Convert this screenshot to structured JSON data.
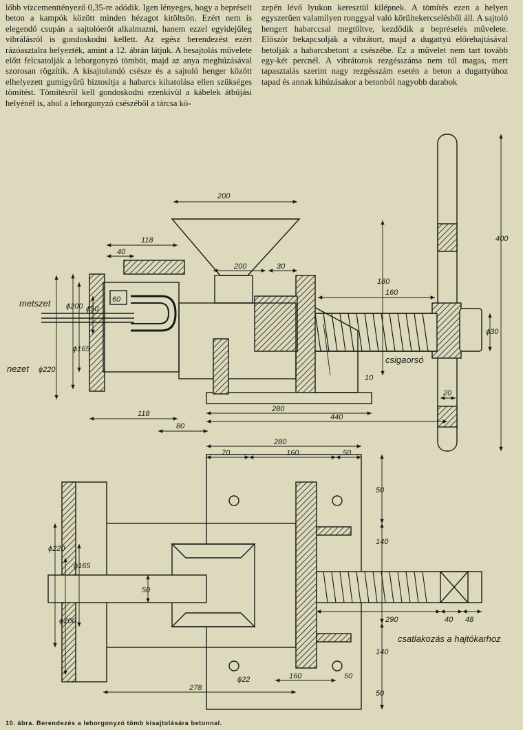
{
  "text": {
    "left_column": "lőbb vízcementtényező 0,35-re adódik. Igen lényeges, hogy a bepréselt beton a kampók között minden hézagot kitöltsön. Ezért nem is elegendő csupán a sajtolóerőt alkalmazni, hanem ezzel egyidejűleg vibrálásról is gondoskodni kellett. Az egész berendezést ezért rázóasztalra helyezték, amint a 12. ábrán látjuk. A besajtolás művelete előtt felcsatolják a lehorgonyzó tömböt, majd az anya meghúzásával szorosan rögzítik. A kisajtolandó csésze és a sajtoló henger között elhelyezett gumigyűrű biztosítja a habarcs kihatolása ellen szükséges tömítést. Tömítésről kell gondoskodni ezenkívül a kábelek átbújási helyénél is, ahol a lehorgonyzó csészéből a tárcsa kö-",
    "right_column": "zepén lévő lyukon keresztül kilépnek. A tömítés ezen a helyen egyszerűen valamilyen ronggyal való körültekercselésből áll. A sajtoló hengert habarccsal megtöltve, kezdődik a bepréselés művelete. Először bekapcsolják a vibrátort, majd a dugattyú előrehajtásával betolják a habarcsbetont a csészébe. Ez a művelet nem tart tovább egy-két percnél. A vibrátorok rezgésszáma nem túl magas, mert tapasztalás szerint nagy rezgésszám esetén a beton a dugattyúhoz tapad és annak kihúzásakor a betonból nagyobb darabok"
  },
  "drawing": {
    "labels": {
      "metszet": "metszet",
      "nezet": "nezet",
      "csigaorso": "csigaorsó",
      "csatlakozas": "csatlakozás a hajtókarhoz"
    },
    "dims_top": {
      "d200w": "200",
      "d118a": "118",
      "d40": "40",
      "d200b": "200",
      "d30": "30",
      "d180": "180",
      "d160": "160",
      "d400": "400",
      "phi200": "ϕ200",
      "phi50": "ϕ50",
      "d60": "60",
      "phi165": "ϕ165",
      "phi220": "ϕ220",
      "phi30": "ϕ30",
      "d10": "10",
      "d20": "20",
      "d118b": "118",
      "d280": "280",
      "d80": "80",
      "d440": "440"
    },
    "dims_bottom": {
      "d280": "280",
      "d70": "70",
      "d160": "160",
      "d50a": "50",
      "d50b": "50",
      "d140a": "140",
      "phi220": "ϕ220",
      "phi165": "ϕ165",
      "d50c": "50",
      "phi200": "ϕ200",
      "d290": "290",
      "d40": "40",
      "d48": "48",
      "d140b": "140",
      "phi22": "ϕ22",
      "d160b": "160",
      "d50d": "50",
      "d50e": "50",
      "d278": "278"
    }
  },
  "caption": "10. ábra. Berendezés a lehorgonyzó tömb kisajtolására betonnal."
}
